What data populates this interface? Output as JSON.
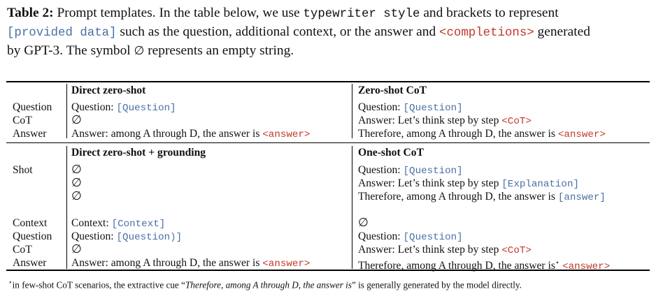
{
  "caption": {
    "label": "Table 2:",
    "text_1": " Prompt templates.  In the table below, we use ",
    "mono_1": "typewriter style",
    "text_2": " and brackets to represent",
    "blue_1": "[provided data]",
    "text_3": " such as the question, additional context, or the answer and ",
    "red_1": "<completions>",
    "text_4": " generated",
    "text_5": "by GPT-3. The symbol ",
    "empty_symbol": "∅",
    "text_6": " represents an empty string."
  },
  "row_labels": {
    "question": "Question",
    "cot": "CoT",
    "answer": "Answer",
    "shot": "Shot",
    "context": "Context"
  },
  "empty_symbol": "∅",
  "sections": {
    "direct_zero_shot": {
      "title": "Direct zero-shot",
      "question_prefix": "Question: ",
      "question_field": "[Question]",
      "answer_prefix": "Answer: among A through D, the answer is ",
      "answer_field": "<answer>"
    },
    "zero_shot_cot": {
      "title": "Zero-shot CoT",
      "question_prefix": "Question: ",
      "question_field": "[Question]",
      "cot_prefix": "Answer: Let’s think step by step ",
      "cot_field": "<CoT>",
      "answer_prefix": "Therefore, among A through D, the answer is ",
      "answer_field": "<answer>"
    },
    "direct_zero_shot_grounding": {
      "title": "Direct zero-shot + grounding",
      "context_prefix": "Context: ",
      "context_field": "[Context]",
      "question_prefix": "Question: ",
      "question_field": "[Question)]",
      "answer_prefix": "Answer: among A through D, the answer is ",
      "answer_field": "<answer>"
    },
    "one_shot_cot": {
      "title": "One-shot CoT",
      "shot_question_prefix": "Question: ",
      "shot_question_field": "[Question]",
      "shot_cot_prefix": "Answer: Let’s think step by step ",
      "shot_cot_field": "[Explanation]",
      "shot_answer_prefix": "Therefore, among A through D, the answer is ",
      "shot_answer_field": "[answer]",
      "question_prefix": "Question: ",
      "question_field": "[Question]",
      "cot_prefix": "Answer: Let’s think step by step ",
      "cot_field": "<CoT>",
      "answer_prefix": "Therefore, among A through D, the answer is",
      "answer_star": "⋆",
      "answer_field": "<answer>"
    }
  },
  "footnote": {
    "star": "⋆",
    "text_1": "in few-shot CoT scenarios, the extractive cue “",
    "italic": "Therefore, among A through D, the answer is",
    "text_2": "” is generally generated by the model directly."
  }
}
